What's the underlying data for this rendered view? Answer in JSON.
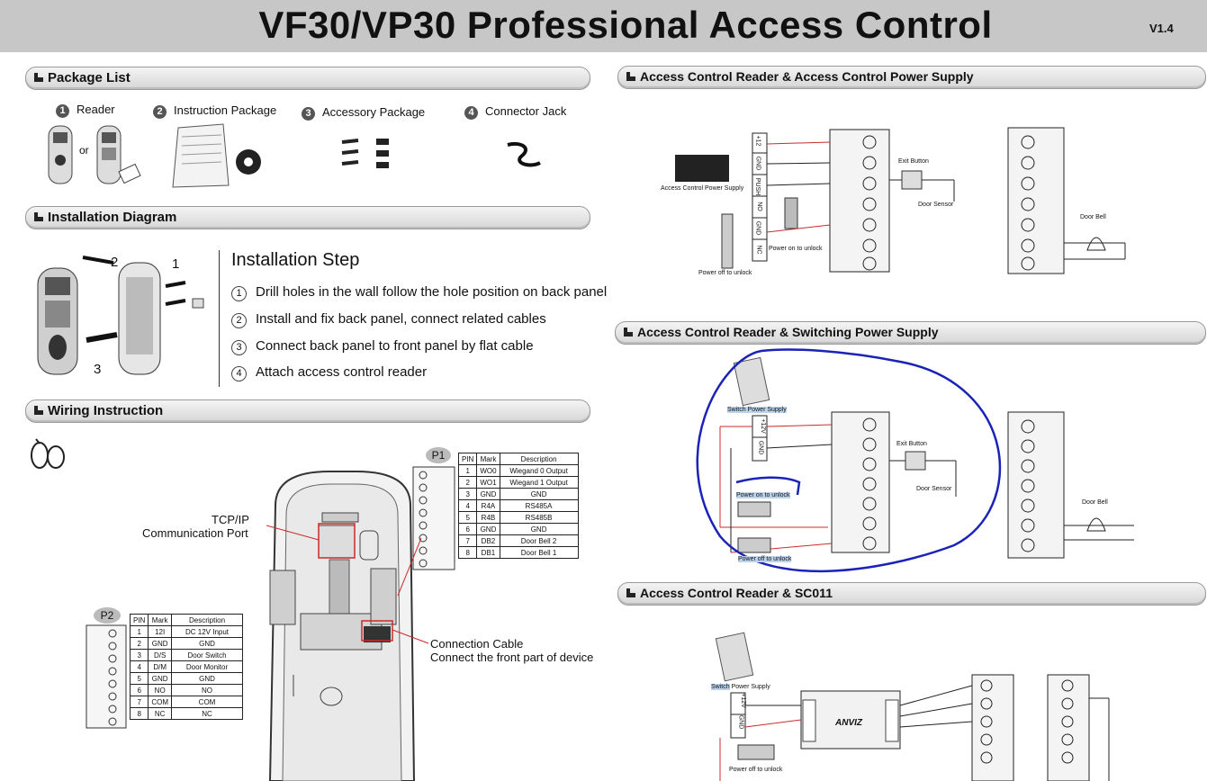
{
  "header": {
    "title": "VF30/VP30 Professional Access Control",
    "version": "V1.4"
  },
  "package_list": {
    "heading": "Package List",
    "items": [
      {
        "num": "1",
        "label": "Reader"
      },
      {
        "num": "2",
        "label": "Instruction Package"
      },
      {
        "num": "3",
        "label": "Accessory Package"
      },
      {
        "num": "4",
        "label": "Connector Jack"
      }
    ],
    "or_text": "or"
  },
  "installation": {
    "heading": "Installation Diagram",
    "step_title": "Installation Step",
    "steps": [
      {
        "num": "1",
        "text": "Drill holes in the wall follow the hole position on back panel"
      },
      {
        "num": "2",
        "text": "Install and fix back panel, connect related cables"
      },
      {
        "num": "3",
        "text": "Connect back panel to front panel by flat cable"
      },
      {
        "num": "4",
        "text": "Attach access control reader"
      }
    ],
    "callouts": [
      "1",
      "2",
      "3"
    ]
  },
  "wiring": {
    "heading": "Wiring Instruction",
    "tcp_label_1": "TCP/IP",
    "tcp_label_2": "Communication Port",
    "cable_label_1": "Connection Cable",
    "cable_label_2": "Connect  the front part of device",
    "p1_label": "P1",
    "p2_label": "P2",
    "p1_table": {
      "headers": [
        "PIN",
        "Mark",
        "Description"
      ],
      "rows": [
        [
          "1",
          "WO0",
          "Wiegand 0 Output"
        ],
        [
          "2",
          "WO1",
          "Wiegand 1 Output"
        ],
        [
          "3",
          "GND",
          "GND"
        ],
        [
          "4",
          "R4A",
          "RS485A"
        ],
        [
          "5",
          "R4B",
          "RS485B"
        ],
        [
          "6",
          "GND",
          "GND"
        ],
        [
          "7",
          "DB2",
          "Door Bell 2"
        ],
        [
          "8",
          "DB1",
          "Door Bell 1"
        ]
      ]
    },
    "p2_table": {
      "headers": [
        "PIN",
        "Mark",
        "Description"
      ],
      "rows": [
        [
          "1",
          "12I",
          "DC 12V Input"
        ],
        [
          "2",
          "GND",
          "GND"
        ],
        [
          "3",
          "D/S",
          "Door Switch"
        ],
        [
          "4",
          "D/M",
          "Door Monitor"
        ],
        [
          "5",
          "GND",
          "GND"
        ],
        [
          "6",
          "NO",
          "NO"
        ],
        [
          "7",
          "COM",
          "COM"
        ],
        [
          "8",
          "NC",
          "NC"
        ]
      ]
    }
  },
  "panel_a": {
    "heading": "Access Control Reader & Access Control Power Supply",
    "psu_label": "Access Control Power Supply",
    "terminals": [
      "+12",
      "GND",
      "PUSH",
      "NO",
      "GND",
      "NC"
    ],
    "exit_button": "Exit Button",
    "door_sensor": "Door Sensor",
    "power_on": "Power on to unlock",
    "power_off": "Power off to unlock",
    "door_bell": "Door Bell"
  },
  "panel_b": {
    "heading": "Access Control Reader & Switching Power Supply",
    "switch_psu": "Switch Power Supply",
    "terminals": [
      "+12V",
      "GND"
    ],
    "exit_button": "Exit Button",
    "door_sensor": "Door Sensor",
    "power_on": "Power on to unlock",
    "power_off": "Power off to unlock",
    "door_bell": "Door Bell"
  },
  "panel_c": {
    "heading": "Access Control Reader & SC011",
    "switch_psu_1": "Switch",
    "switch_psu_2": " Power Supply",
    "terminals": [
      "+12V",
      "GND"
    ],
    "device_brand": "ANVIZ",
    "power_off": "Power off to unlock"
  },
  "colors": {
    "annotation_blue": "#1a22b8",
    "wire_red": "#cc2a2a",
    "header_gray": "#c7c7c7"
  }
}
